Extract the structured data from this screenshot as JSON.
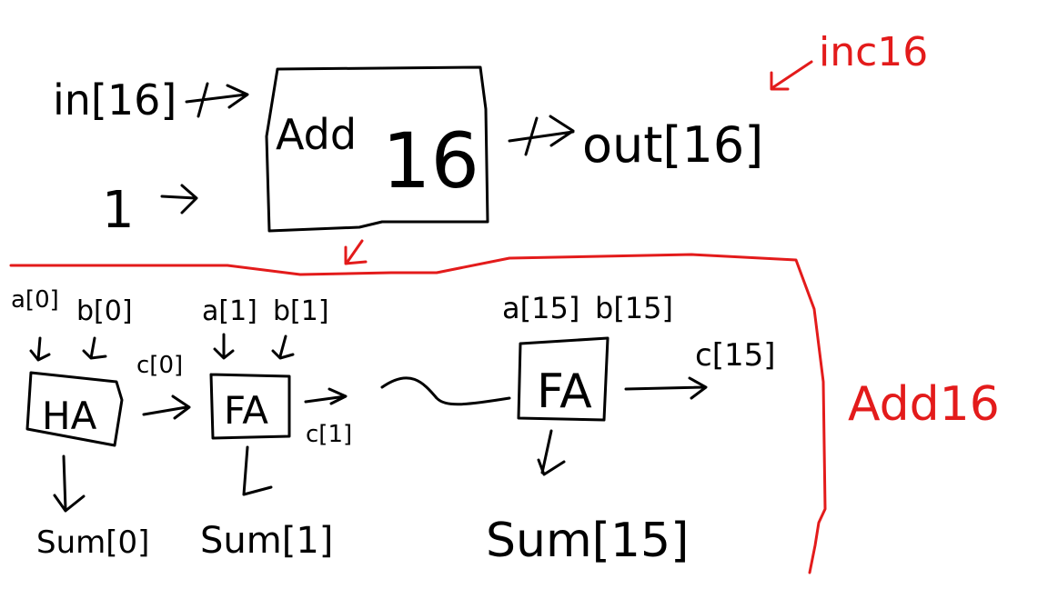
{
  "colors": {
    "ink": "#000000",
    "annotation": "#e31b1b",
    "background": "#ffffff"
  },
  "top": {
    "input_in": "in[16]",
    "input_one": "1",
    "block_word": "Add",
    "block_number": "16",
    "output": "out[16]",
    "chip_name": "inc16"
  },
  "bottom": {
    "group_label": "Add16",
    "ha": {
      "a": "a[0]",
      "b": "b[0]",
      "label": "HA",
      "carry": "c[0]",
      "sum": "Sum[0]"
    },
    "fa1": {
      "a": "a[1]",
      "b": "b[1]",
      "label": "FA",
      "carry": "c[1]",
      "sum": "Sum[1]"
    },
    "fa15": {
      "a": "a[15]",
      "b": "b[15]",
      "label": "FA",
      "carry": "c[15]",
      "sum": "Sum[15]"
    }
  }
}
